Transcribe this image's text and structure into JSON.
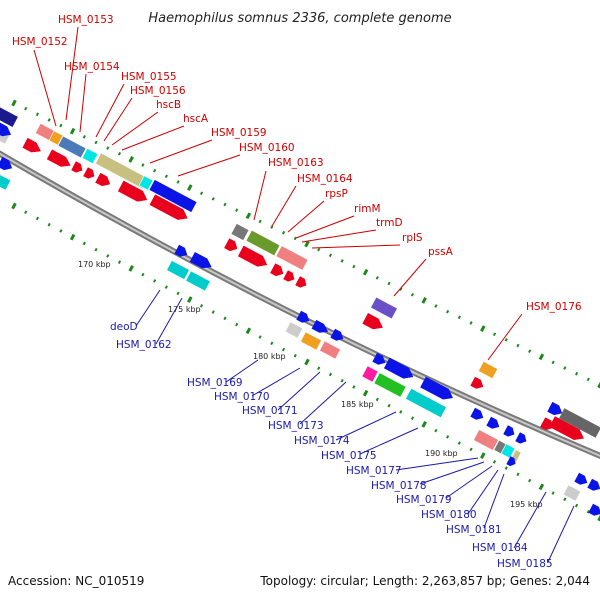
{
  "title": "Haemophilus somnus 2336, complete genome",
  "footer": {
    "accession": "Accession: NC_010519",
    "summary": "Topology: circular; Length: 2,263,857 bp; Genes: 2,044"
  },
  "colors": {
    "forward_label": "#cc0000",
    "reverse_label": "#1a1aa8",
    "forward_arrow": "#e8001c",
    "reverse_arrow": "#0a14e6",
    "backbone": "#9a9a9a",
    "tick": "#1a8a1a"
  },
  "ticks": [
    "170 kbp",
    "175 kbp",
    "180 kbp",
    "185 kbp",
    "190 kbp",
    "195 kbp"
  ],
  "forward_labels": [
    "HSM_0153",
    "HSM_0152",
    "HSM_0154",
    "HSM_0155",
    "HSM_0156",
    "hscB",
    "hscA",
    "HSM_0159",
    "HSM_0160",
    "HSM_0163",
    "HSM_0164",
    "rpsP",
    "rimM",
    "trmD",
    "rplS",
    "pssA",
    "HSM_0176"
  ],
  "reverse_labels": [
    "deoD",
    "HSM_0162",
    "HSM_0169",
    "HSM_0170",
    "HSM_0171",
    "HSM_0173",
    "HSM_0174",
    "HSM_0175",
    "HSM_0177",
    "HSM_0178",
    "HSM_0179",
    "HSM_0180",
    "HSM_0181",
    "HSM_0184",
    "HSM_0185"
  ]
}
